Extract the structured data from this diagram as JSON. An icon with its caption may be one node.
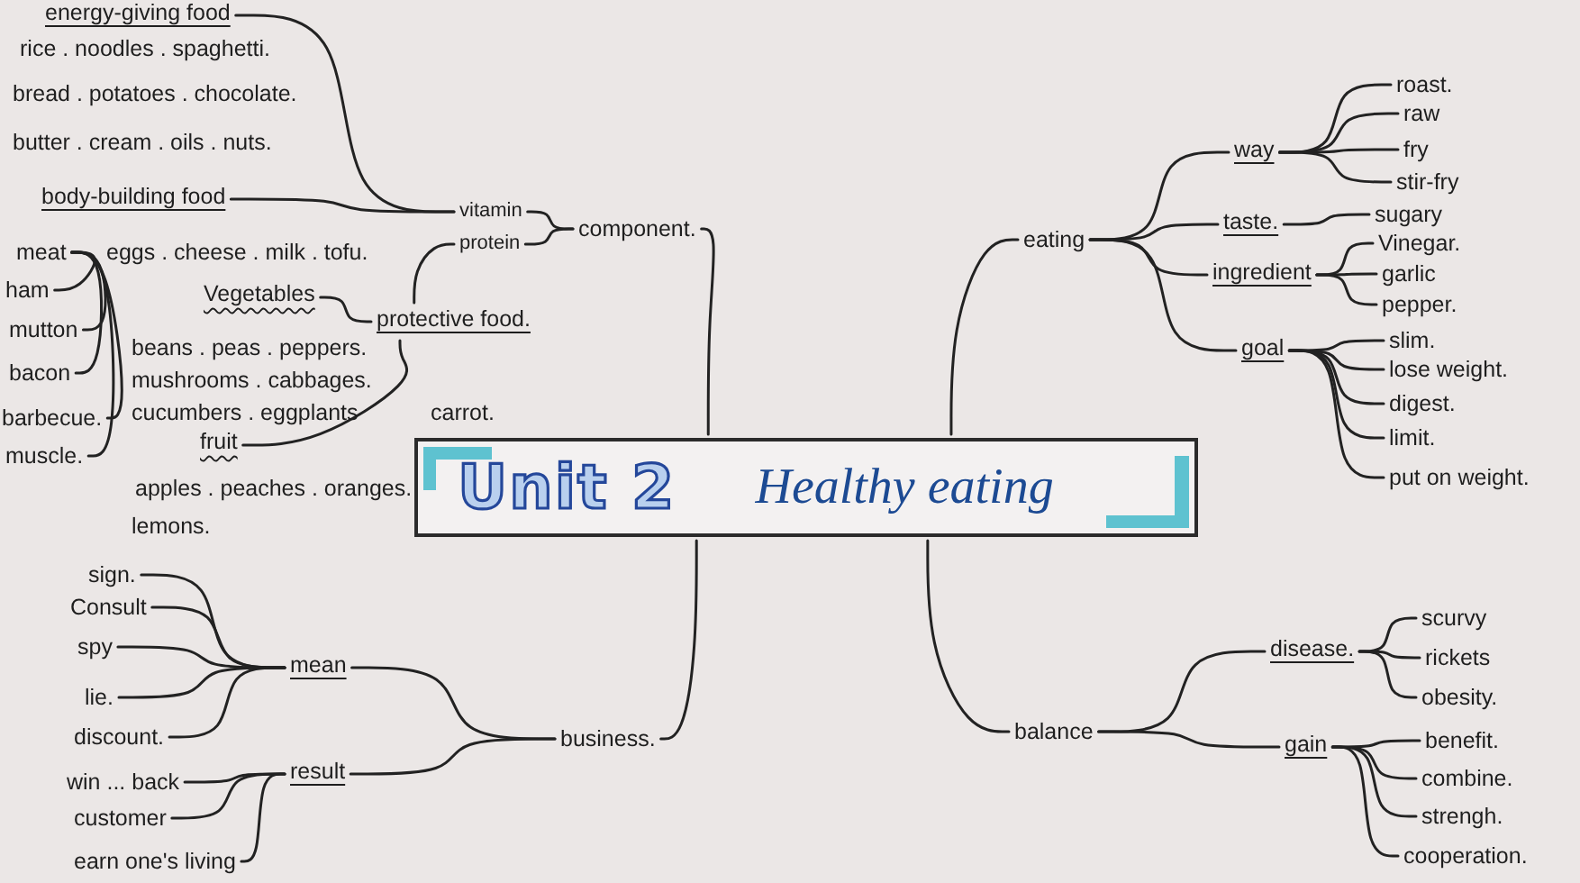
{
  "diagram": {
    "nodes": [
      {
        "text": [
          "Unit 2",
          "Healthy eating"
        ]
      },
      {
        "text": [
          "energy-giving food"
        ],
        "beside": [
          "rice . noodles . spaghetti.",
          "bread . potatoes . chocolate.",
          "butter . cream . oils . nuts."
        ]
      },
      {
        "text": [
          "body-building food"
        ]
      },
      {
        "text": [
          "meat"
        ]
      },
      {
        "text": [
          "ham"
        ]
      },
      {
        "text": [
          "mutton"
        ]
      },
      {
        "text": [
          "bacon"
        ]
      },
      {
        "text": [
          "barbecue."
        ]
      },
      {
        "text": [
          "muscle."
        ]
      },
      {
        "text": [
          "vitamin"
        ]
      },
      {
        "text": [
          "protein"
        ]
      },
      {
        "text": [
          "component."
        ]
      },
      {
        "text": [
          "Vegetables"
        ],
        "beside": [
          "beans . peas . peppers.",
          "mushrooms . cabbages.",
          "cucumbers . eggplants"
        ]
      },
      {
        "text": [
          "protective food."
        ]
      },
      {
        "text": [
          "fruit"
        ],
        "beside": [
          "apples . peaches . oranges.",
          "lemons."
        ]
      },
      {
        "text": [
          "eating"
        ]
      },
      {
        "text": [
          "way"
        ]
      },
      {
        "text": [
          "roast."
        ]
      },
      {
        "text": [
          "raw"
        ]
      },
      {
        "text": [
          "fry"
        ]
      },
      {
        "text": [
          "stir-fry"
        ]
      },
      {
        "text": [
          "taste."
        ]
      },
      {
        "text": [
          "sugary"
        ]
      },
      {
        "text": [
          "ingredient"
        ]
      },
      {
        "text": [
          "Vinegar."
        ]
      },
      {
        "text": [
          "garlic"
        ]
      },
      {
        "text": [
          "pepper."
        ]
      },
      {
        "text": [
          "goal"
        ]
      },
      {
        "text": [
          "slim."
        ]
      },
      {
        "text": [
          "lose weight."
        ]
      },
      {
        "text": [
          "digest."
        ]
      },
      {
        "text": [
          "limit."
        ]
      },
      {
        "text": [
          "put on weight."
        ]
      },
      {
        "text": [
          "sign."
        ]
      },
      {
        "text": [
          "Consult"
        ]
      },
      {
        "text": [
          "spy"
        ]
      },
      {
        "text": [
          "lie."
        ]
      },
      {
        "text": [
          "discount."
        ]
      },
      {
        "text": [
          "mean"
        ]
      },
      {
        "text": [
          "win ... back"
        ]
      },
      {
        "text": [
          "customer"
        ]
      },
      {
        "text": [
          "earn one's living"
        ]
      },
      {
        "text": [
          "result"
        ]
      },
      {
        "text": [
          "business."
        ]
      },
      {
        "text": [
          "balance"
        ]
      },
      {
        "text": [
          "disease."
        ]
      },
      {
        "text": [
          "scurvy"
        ]
      },
      {
        "text": [
          "rickets"
        ]
      },
      {
        "text": [
          "obesity."
        ]
      },
      {
        "text": [
          "gain"
        ]
      },
      {
        "text": [
          "benefit."
        ]
      },
      {
        "text": [
          "combine."
        ]
      },
      {
        "text": [
          "strengh."
        ]
      },
      {
        "text": [
          "cooperation."
        ]
      }
    ],
    "edges": [
      {
        "from": 0,
        "to": 11,
        "arrow": "none"
      },
      {
        "from": 0,
        "to": 15,
        "arrow": "none"
      },
      {
        "from": 0,
        "to": 43,
        "arrow": "none"
      },
      {
        "from": 0,
        "to": 44,
        "arrow": "none"
      },
      {
        "from": 11,
        "to": 9,
        "arrow": "none"
      },
      {
        "from": 11,
        "to": 10,
        "arrow": "none"
      },
      {
        "from": 9,
        "to": 1,
        "arrow": "none"
      },
      {
        "from": 9,
        "to": 2,
        "arrow": "none"
      },
      {
        "from": 10,
        "to": 13,
        "arrow": "none"
      },
      {
        "from": 3,
        "to": 4,
        "arrow": "none"
      },
      {
        "from": 3,
        "to": 5,
        "arrow": "none"
      },
      {
        "from": 3,
        "to": 6,
        "arrow": "none"
      },
      {
        "from": 3,
        "to": 7,
        "arrow": "none"
      },
      {
        "from": 3,
        "to": 8,
        "arrow": "none"
      },
      {
        "from": 13,
        "to": 12,
        "arrow": "none"
      },
      {
        "from": 13,
        "to": 14,
        "arrow": "none"
      },
      {
        "from": 15,
        "to": 16,
        "arrow": "none"
      },
      {
        "from": 15,
        "to": 21,
        "arrow": "none"
      },
      {
        "from": 15,
        "to": 23,
        "arrow": "none"
      },
      {
        "from": 15,
        "to": 27,
        "arrow": "none"
      },
      {
        "from": 16,
        "to": 17,
        "arrow": "none"
      },
      {
        "from": 16,
        "to": 18,
        "arrow": "none"
      },
      {
        "from": 16,
        "to": 19,
        "arrow": "none"
      },
      {
        "from": 16,
        "to": 20,
        "arrow": "none"
      },
      {
        "from": 21,
        "to": 22,
        "arrow": "none"
      },
      {
        "from": 23,
        "to": 24,
        "arrow": "none"
      },
      {
        "from": 23,
        "to": 25,
        "arrow": "none"
      },
      {
        "from": 23,
        "to": 26,
        "arrow": "none"
      },
      {
        "from": 27,
        "to": 28,
        "arrow": "none"
      },
      {
        "from": 27,
        "to": 29,
        "arrow": "none"
      },
      {
        "from": 27,
        "to": 30,
        "arrow": "none"
      },
      {
        "from": 27,
        "to": 31,
        "arrow": "none"
      },
      {
        "from": 27,
        "to": 32,
        "arrow": "none"
      },
      {
        "from": 43,
        "to": 38,
        "arrow": "none"
      },
      {
        "from": 43,
        "to": 42,
        "arrow": "none"
      },
      {
        "from": 38,
        "to": 33,
        "arrow": "none"
      },
      {
        "from": 38,
        "to": 34,
        "arrow": "none"
      },
      {
        "from": 38,
        "to": 35,
        "arrow": "none"
      },
      {
        "from": 38,
        "to": 36,
        "arrow": "none"
      },
      {
        "from": 38,
        "to": 37,
        "arrow": "none"
      },
      {
        "from": 42,
        "to": 39,
        "arrow": "none"
      },
      {
        "from": 42,
        "to": 40,
        "arrow": "none"
      },
      {
        "from": 42,
        "to": 41,
        "arrow": "none"
      },
      {
        "from": 44,
        "to": 45,
        "arrow": "none"
      },
      {
        "from": 44,
        "to": 49,
        "arrow": "none"
      },
      {
        "from": 45,
        "to": 46,
        "arrow": "none"
      },
      {
        "from": 45,
        "to": 47,
        "arrow": "none"
      },
      {
        "from": 45,
        "to": 48,
        "arrow": "none"
      },
      {
        "from": 49,
        "to": 50,
        "arrow": "none"
      },
      {
        "from": 49,
        "to": 51,
        "arrow": "none"
      },
      {
        "from": 49,
        "to": 52,
        "arrow": "none"
      },
      {
        "from": 49,
        "to": 53,
        "arrow": "none"
      }
    ],
    "labels": [
      "eggs . cheese . milk . tofu.",
      "carrot."
    ]
  }
}
